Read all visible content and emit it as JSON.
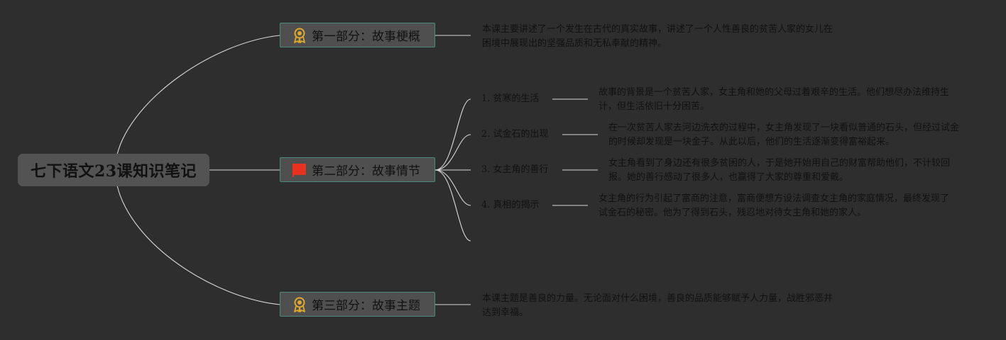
{
  "root": {
    "title": "七下语文23课知识笔记"
  },
  "sections": [
    {
      "label": "第一部分：故事梗概",
      "icon": "award-ribbon-icon",
      "description": "本课主要讲述了一个发生在古代的真实故事，讲述了一个人性善良的贫苦人家的女儿在困境中展现出的坚强品质和无私奉献的精神。"
    },
    {
      "label": "第二部分：故事情节",
      "icon": "red-flag-icon",
      "items": [
        {
          "label": "1. 贫寒的生活",
          "description": "故事的背景是一个贫苦人家，女主角和她的父母过着艰辛的生活。他们想尽办法维持生计，但生活依旧十分困苦。"
        },
        {
          "label": "2. 试金石的出现",
          "description": "在一次贫苦人家去河边洗衣的过程中，女主角发现了一块看似普通的石头，但经过试金的时候却发现是一块金子。从此以后，他们的生活逐渐变得富裕起来。"
        },
        {
          "label": "3. 女主角的善行",
          "description": "女主角看到了身边还有很多贫困的人，于是她开始用自己的财富帮助他们，不计较回报。她的善行感动了很多人，也赢得了大家的尊重和爱戴。"
        },
        {
          "label": "4. 真相的揭示",
          "description": "女主角的行为引起了富商的注意，富商便想方设法调查女主角的家庭情况，最终发现了试金石的秘密。他为了得到石头，残忍地对待女主角和她的家人。"
        }
      ]
    },
    {
      "label": "第三部分：故事主题",
      "icon": "award-ribbon-icon",
      "description": "本课主题是善良的力量。无论面对什么困境，善良的品质能够赋予人力量，战胜邪恶并达到幸福。"
    }
  ],
  "colors": {
    "background": "#2e2e2e",
    "connector": "#d8d8d8",
    "section_border": "#4d8a7c",
    "award_icon": "#e0a82e",
    "flag_icon": "#e8311e"
  }
}
